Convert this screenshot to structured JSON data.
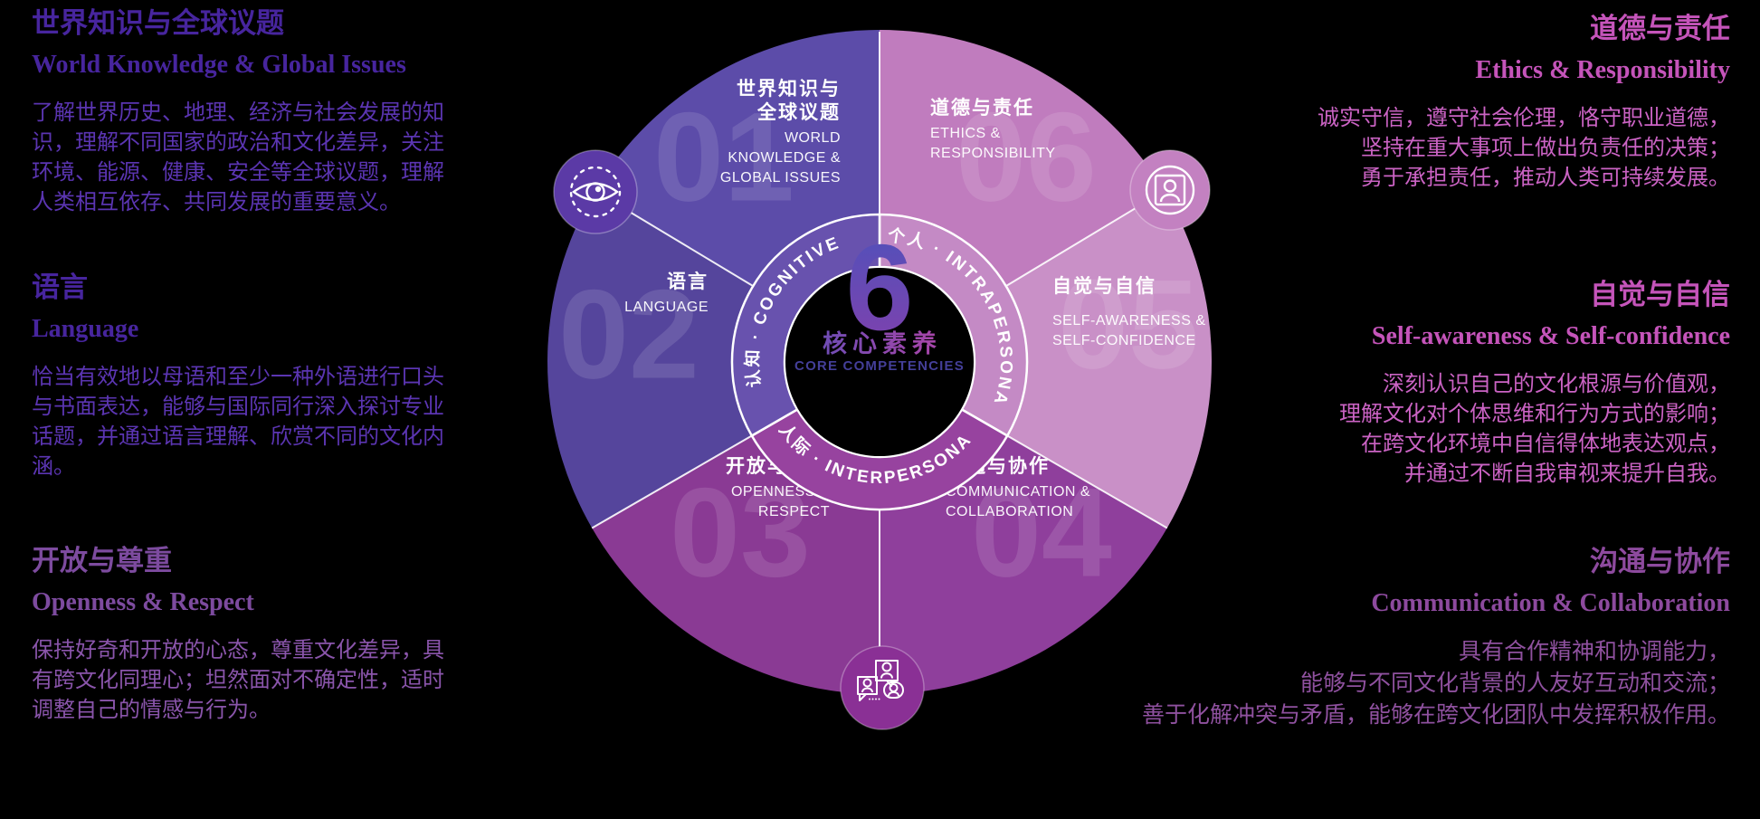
{
  "canvas": {
    "background": "#000000"
  },
  "palette": {
    "violet_heading": "#47259e",
    "violet_body": "#5b35b2",
    "purple_heading": "#7d4b9f",
    "purple_body": "#8a55ab",
    "pink_heading": "#c554ba",
    "pink_body": "#cb63c4",
    "plum_heading": "#8d4a9e",
    "plum_body": "#8f519f",
    "seg01": "#5c4ca9",
    "seg02": "#55459c",
    "seg03": "#8a3a94",
    "seg04": "#8f3f9c",
    "seg05": "#c990c7",
    "seg06": "#c07cbe",
    "ring_cognitive": "#6852ae",
    "ring_intrapersonal": "#c48ac5",
    "ring_interpersonal": "#97439f",
    "icon_left_bg": "#5b3aa6",
    "icon_right_bg": "#c381c1",
    "icon_bottom_bg": "#8a3095",
    "center_number_gradient": [
      "#4d52bb",
      "#8240ad"
    ],
    "center_title_gradient": [
      "#6f4cb4",
      "#aa45a9"
    ],
    "center_subtitle": "#443f99"
  },
  "left_column": {
    "blocks": [
      {
        "title_zh": "世界知识与全球议题",
        "title_en": "World Knowledge & Global Issues",
        "body": "了解世界历史、地理、经济与社会发展的知\n识，理解不同国家的政治和文化差异，关注\n环境、能源、健康、安全等全球议题，理解\n人类相互依存、共同发展的重要意义。"
      },
      {
        "title_zh": "语言",
        "title_en": "Language",
        "body": "恰当有效地以母语和至少一种外语进行口头\n与书面表达，能够与国际同行深入探讨专业\n话题，并通过语言理解、欣赏不同的文化内\n涵。"
      },
      {
        "title_zh": "开放与尊重",
        "title_en": "Openness & Respect",
        "body": "保持好奇和开放的心态，尊重文化差异，具\n有跨文化同理心；坦然面对不确定性，适时\n调整自己的情感与行为。"
      }
    ]
  },
  "right_column": {
    "blocks": [
      {
        "title_zh": "道德与责任",
        "title_en": "Ethics & Responsibility",
        "body": "诚实守信，遵守社会伦理，恪守职业道德，\n坚持在重大事项上做出负责任的决策；\n勇于承担责任，推动人类可持续发展。"
      },
      {
        "title_zh": "自觉与自信",
        "title_en": "Self-awareness & Self-confidence",
        "body": "深刻认识自己的文化根源与价值观，\n理解文化对个体思维和行为方式的影响；\n在跨文化环境中自信得体地表达观点，\n并通过不断自我审视来提升自我。"
      },
      {
        "title_zh": "沟通与协作",
        "title_en": "Communication & Collaboration",
        "body": "具有合作精神和协调能力，\n能够与不同文化背景的人友好互动和交流；\n善于化解冲突与矛盾，能够在跨文化团队中发挥积极作用。"
      }
    ]
  },
  "wheel": {
    "center": {
      "number": "6",
      "title_zh": "核心素养",
      "title_en": "CORE COMPETENCIES"
    },
    "ring_labels": {
      "cognitive": "认知 · COGNITIVE",
      "intrapersonal": "个人 · INTRAPERSONAL",
      "interpersonal": "人际 · INTERPERSONAL"
    },
    "segments": [
      {
        "num": "01",
        "zh_line1": "世界知识与",
        "zh_line2": "全球议题",
        "en_line1": "WORLD",
        "en_line2": "KNOWLEDGE &",
        "en_line3": "GLOBAL ISSUES"
      },
      {
        "num": "02",
        "zh_line1": "语言",
        "en_line1": "LANGUAGE"
      },
      {
        "num": "03",
        "zh_line1": "开放与尊重",
        "en_line1": "OPENNESS &",
        "en_line2": "RESPECT"
      },
      {
        "num": "04",
        "zh_line1": "沟通与协作",
        "en_line1": "COMMUNICATION &",
        "en_line2": "COLLABORATION"
      },
      {
        "num": "05",
        "zh_line1": "自觉与自信",
        "en_line1": "SELF-AWARENESS &",
        "en_line2": "SELF-CONFIDENCE"
      },
      {
        "num": "06",
        "zh_line1": "道德与责任",
        "en_line1": "ETHICS &",
        "en_line2": "RESPONSIBILITY"
      }
    ],
    "icons": {
      "left": "eye-icon",
      "right": "id-badge-icon",
      "bottom": "chat-people-icon"
    }
  }
}
